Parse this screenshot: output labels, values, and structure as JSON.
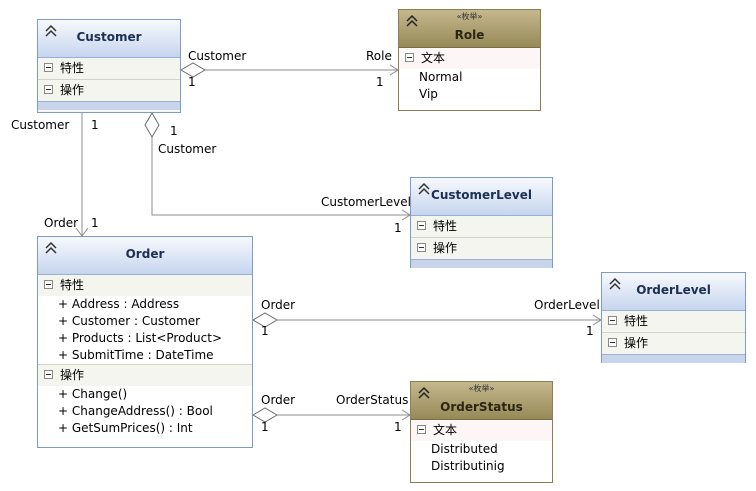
{
  "classes": {
    "customer": {
      "title": "Customer",
      "attributes_section": "特性",
      "operations_section": "操作"
    },
    "role": {
      "stereotype": "«枚举»",
      "title": "Role",
      "values_section": "文本",
      "values": [
        "Normal",
        "Vip"
      ]
    },
    "customer_level": {
      "title": "CustomerLevel",
      "attributes_section": "特性",
      "operations_section": "操作"
    },
    "order": {
      "title": "Order",
      "attributes_section": "特性",
      "attributes": [
        "+ Address : Address",
        "+ Customer : Customer",
        "+ Products : List<Product>",
        "+ SubmitTime : DateTime"
      ],
      "operations_section": "操作",
      "operations": [
        "+ Change()",
        "+ ChangeAddress() : Bool",
        "+ GetSumPrices() : Int"
      ]
    },
    "order_level": {
      "title": "OrderLevel",
      "attributes_section": "特性",
      "operations_section": "操作"
    },
    "order_status": {
      "stereotype": "«枚举»",
      "title": "OrderStatus",
      "values_section": "文本",
      "values": [
        "Distributed",
        "Distributinig"
      ]
    }
  },
  "associations": {
    "customer_role": {
      "source_role": "Customer",
      "source_mult": "1",
      "target_role": "Role",
      "target_mult": "1"
    },
    "customer_order": {
      "source_role": "Customer",
      "source_mult": "1",
      "target_role": "Order",
      "target_mult": "1"
    },
    "customer_level": {
      "source_role": "Customer",
      "source_mult": "1",
      "target_role": "CustomerLevel",
      "target_mult": "1"
    },
    "order_level": {
      "source_role": "Order",
      "source_mult": "1",
      "target_role": "OrderLevel",
      "target_mult": "1"
    },
    "order_status": {
      "source_role": "Order",
      "source_mult": "1",
      "target_role": "OrderStatus",
      "target_mult": "1"
    }
  }
}
